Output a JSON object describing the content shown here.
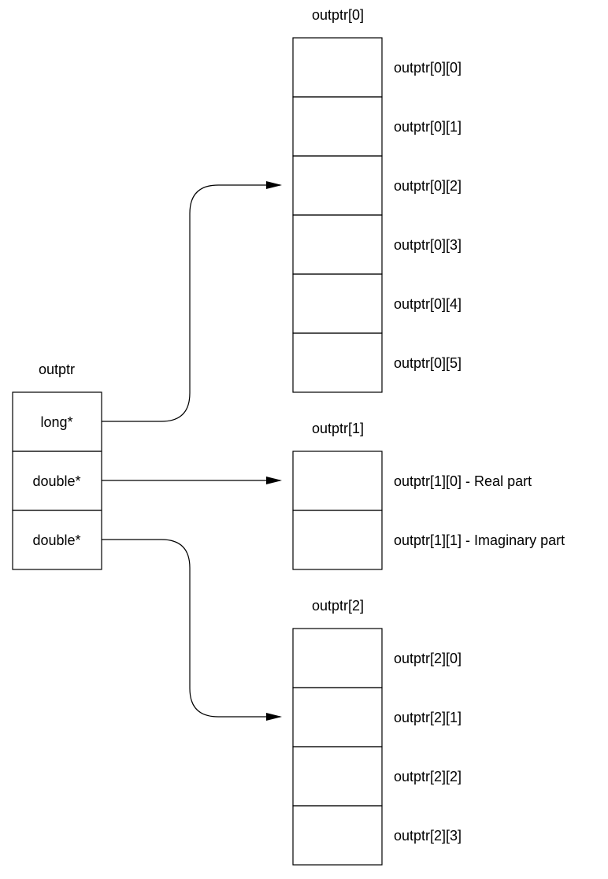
{
  "pointer_array": {
    "title": "outptr",
    "cells": [
      "long*",
      "double*",
      "double*"
    ]
  },
  "arrays": [
    {
      "title": "outptr[0]",
      "elements": [
        "outptr[0][0]",
        "outptr[0][1]",
        "outptr[0][2]",
        "outptr[0][3]",
        "outptr[0][4]",
        "outptr[0][5]"
      ]
    },
    {
      "title": "outptr[1]",
      "elements": [
        "outptr[1][0] - Real part",
        "outptr[1][1] - Imaginary part"
      ]
    },
    {
      "title": "outptr[2]",
      "elements": [
        "outptr[2][0]",
        "outptr[2][1]",
        "outptr[2][2]",
        "outptr[2][3]"
      ]
    }
  ]
}
